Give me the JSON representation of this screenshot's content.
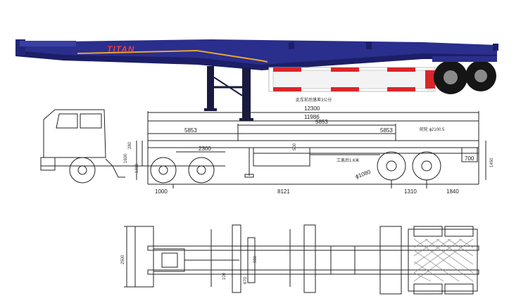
{
  "photo": {
    "brand": "TITAN",
    "note": "此车前后落差3公分",
    "colors": {
      "frame": "#2a2e8c",
      "frame_dark": "#1c1f66",
      "stripe": "#e8a33a",
      "reflector_red": "#d9262a",
      "reflector_white": "#ffffff"
    }
  },
  "side_view": {
    "dims": {
      "overall": "12300",
      "deck": "11986",
      "left_span": "5853",
      "right_upper": "5853",
      "right_lower": "5853",
      "deck_height": "280",
      "front_height": "1600",
      "kingpin_height": "1310",
      "ground_to_deck": "1450",
      "kingpin_offset": "2300",
      "front_overhang": "1000",
      "wheelbase": "8121",
      "axle_spread": "1310",
      "rear_overhang": "1840",
      "landing_gear": "500",
      "rear_height": "700",
      "tire": "ϕ1080",
      "lock_label": "舵轮 ϕ2100.5",
      "gear_label": "工离后1.6米"
    }
  },
  "top_view": {
    "dims": {
      "width": "2500",
      "mid_a": "980",
      "mid_b": "670",
      "mid_c": "100"
    }
  }
}
